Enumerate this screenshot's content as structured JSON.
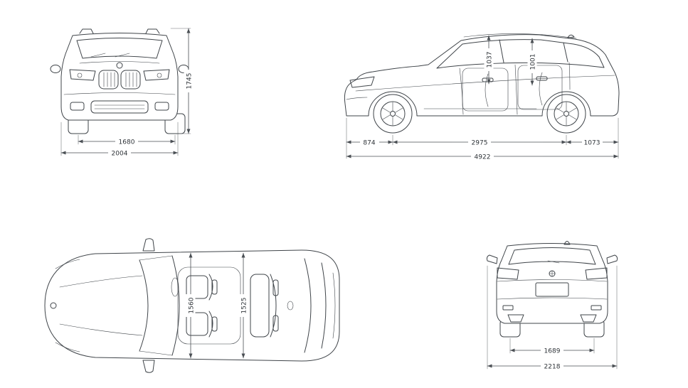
{
  "diagram": {
    "background": "#ffffff",
    "line_color": "#3f4449",
    "dim_color": "#4a4f54"
  },
  "front_view": {
    "dims": {
      "height": "1745",
      "track_width": "1680",
      "overall_width": "2004"
    }
  },
  "side_view": {
    "dims": {
      "front_overhang": "874",
      "wheelbase": "2975",
      "rear_overhang": "1073",
      "overall_length": "4922",
      "front_interior_height": "1037",
      "rear_interior_height": "1001"
    }
  },
  "top_view": {
    "dims": {
      "front_interior_width": "1560",
      "rear_interior_width": "1525"
    }
  },
  "rear_view": {
    "dims": {
      "rear_track": "1689",
      "overall_width_with_mirrors": "2218"
    }
  }
}
